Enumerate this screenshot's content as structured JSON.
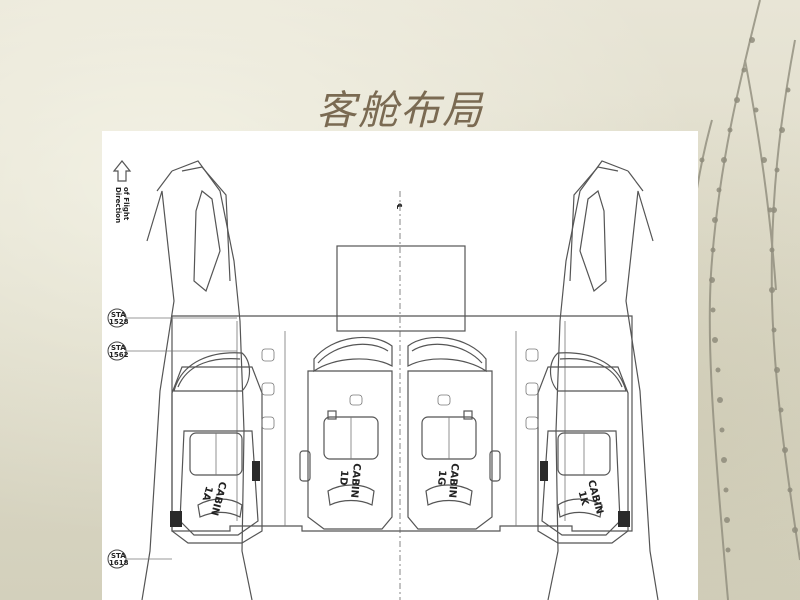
{
  "slide": {
    "title": "客舱布局"
  },
  "plan": {
    "direction_label_line1": "Direction",
    "direction_label_line2": "of Flight",
    "centerline_mark": "℄",
    "cabins": [
      {
        "word": "CABIN",
        "id": "1A"
      },
      {
        "word": "CABIN",
        "id": "1D"
      },
      {
        "word": "CABIN",
        "id": "1G"
      },
      {
        "word": "CABIN",
        "id": "1K"
      }
    ],
    "station_tags": [
      {
        "line1": "STA",
        "line2": "1528"
      },
      {
        "line1": "STA",
        "line2": "1562"
      },
      {
        "line1": "STA",
        "line2": "1618"
      }
    ]
  },
  "colors": {
    "title": "#7a6a52",
    "background": "#e3e0cf",
    "panel": "#ffffff",
    "branch": "#8a8777"
  }
}
